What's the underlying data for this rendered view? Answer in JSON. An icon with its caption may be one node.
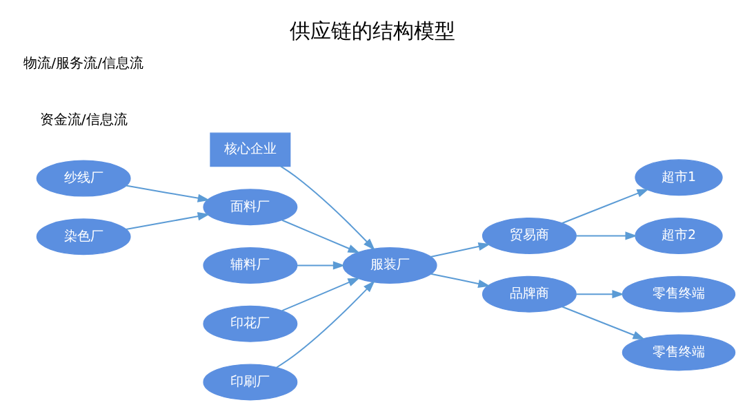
{
  "diagram": {
    "title": "供应链的结构模型",
    "nodes": [
      {
        "text": [
          "核心企业"
        ]
      },
      {
        "text": [
          "纱线厂"
        ]
      },
      {
        "text": [
          "染色厂"
        ]
      },
      {
        "text": [
          "面料厂"
        ]
      },
      {
        "text": [
          "辅料厂"
        ]
      },
      {
        "text": [
          "印花厂"
        ]
      },
      {
        "text": [
          "印刷厂"
        ]
      },
      {
        "text": [
          "服装厂"
        ]
      },
      {
        "text": [
          "贸易商"
        ]
      },
      {
        "text": [
          "品牌商"
        ]
      },
      {
        "text": [
          "超市1"
        ]
      },
      {
        "text": [
          "超市2"
        ]
      },
      {
        "text": [
          "零售终端"
        ]
      },
      {
        "text": [
          "零售终端"
        ]
      }
    ],
    "edges": [
      {
        "from": 0,
        "to": 7,
        "arrow": "to"
      },
      {
        "from": 1,
        "to": 3,
        "arrow": "to"
      },
      {
        "from": 2,
        "to": 3,
        "arrow": "to"
      },
      {
        "from": 3,
        "to": 7,
        "arrow": "to"
      },
      {
        "from": 4,
        "to": 7,
        "arrow": "to"
      },
      {
        "from": 5,
        "to": 7,
        "arrow": "to"
      },
      {
        "from": 6,
        "to": 7,
        "arrow": "to"
      },
      {
        "from": 7,
        "to": 8,
        "arrow": "to"
      },
      {
        "from": 7,
        "to": 9,
        "arrow": "to"
      },
      {
        "from": 8,
        "to": 10,
        "arrow": "to"
      },
      {
        "from": 8,
        "to": 11,
        "arrow": "to"
      },
      {
        "from": 9,
        "to": 12,
        "arrow": "to"
      },
      {
        "from": 9,
        "to": 13,
        "arrow": "to"
      }
    ],
    "labels": [
      "物流/服务流/信息流",
      "资金流/信息流"
    ]
  }
}
